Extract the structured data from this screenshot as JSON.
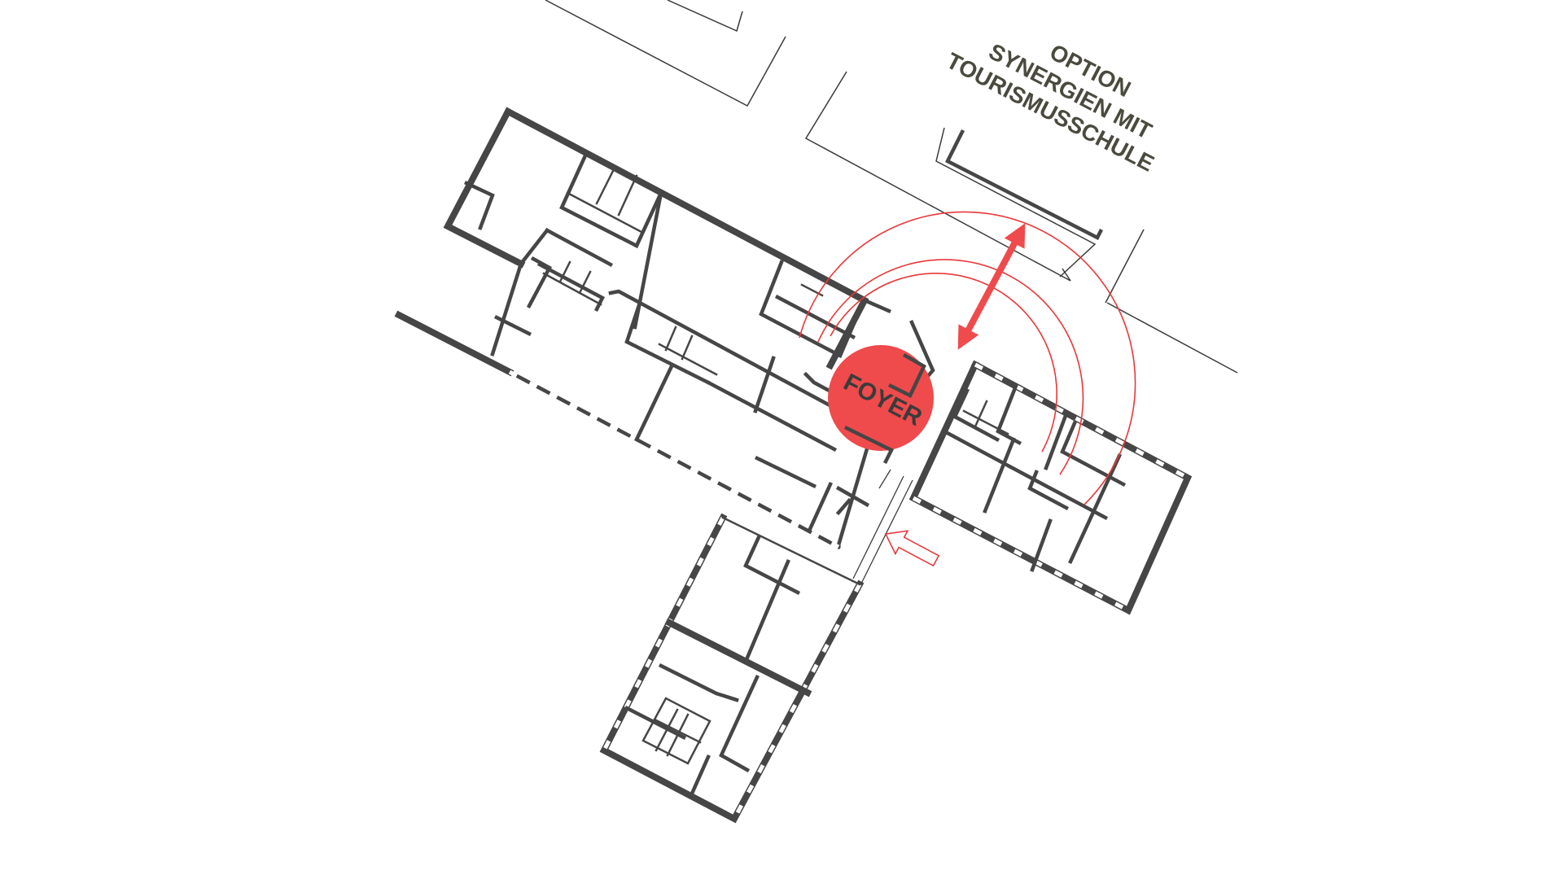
{
  "annotation": {
    "lines": [
      "OPTION",
      "SYNERGIEN MIT",
      "TOURISMUSSCHULE"
    ]
  },
  "foyer": {
    "label": "FOYER"
  },
  "colors": {
    "accent": "#e8383a",
    "accent_fill": "#ef4a4c",
    "wall": "#464646",
    "text": "#4a4a3e",
    "background": "#ffffff"
  },
  "icons": {
    "double_arrow": "double-headed-arrow-icon",
    "entrance_arrow": "entrance-arrow-icon"
  }
}
